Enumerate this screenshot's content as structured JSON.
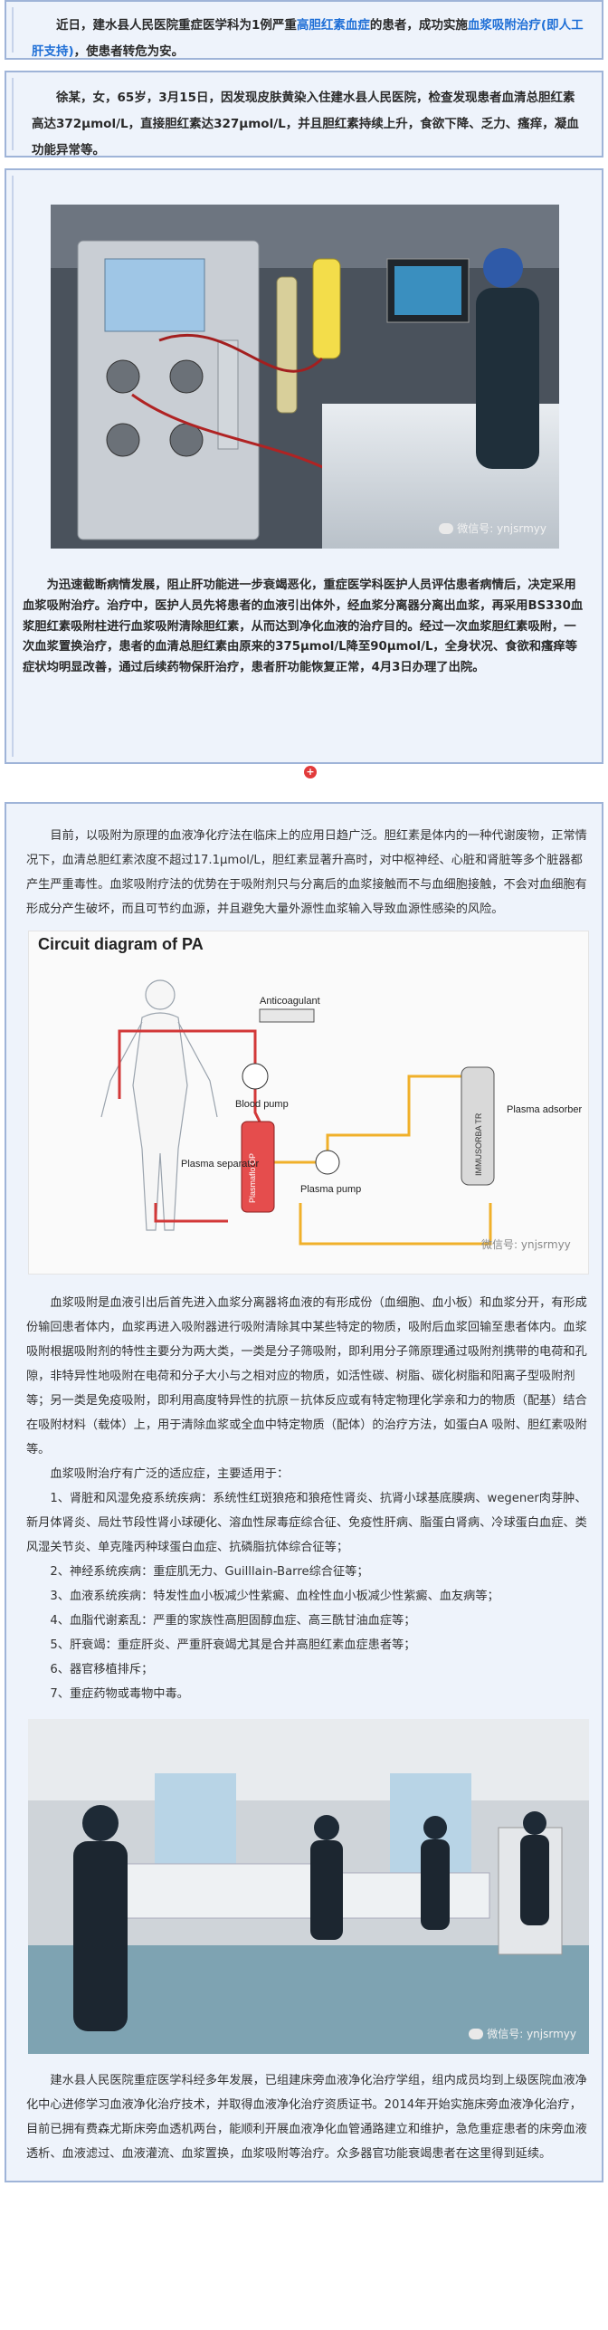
{
  "intro": {
    "segments": [
      {
        "text": "近日，建水县人民医院重症医学科为1例严重",
        "hl": false
      },
      {
        "text": "高胆红素血症",
        "hl": true
      },
      {
        "text": "的患者，成功实施",
        "hl": false
      },
      {
        "text": "血浆吸附治疗(即人工肝支持)",
        "hl": true
      },
      {
        "text": "，使患者转危为安。",
        "hl": false
      }
    ]
  },
  "case": {
    "text": "徐某，女，65岁，3月15日，因发现皮肤黄染入住建水县人民医院，检查发现患者血清总胆红素高达372μmol/L，直接胆红素达327μmol/L，并且胆红素持续上升，食欲下降、乏力、瘙痒，凝血功能异常等。"
  },
  "treatment": {
    "photo_watermark": "微信号: ynjsrmyy",
    "text": "为迅速截断病情发展，阻止肝功能进一步衰竭恶化，重症医学科医护人员评估患者病情后，决定采用血浆吸附治疗。治疗中，医护人员先将患者的血液引出体外，经血浆分离器分离出血浆，再采用BS330血浆胆红素吸附柱进行血浆吸附清除胆红素，从而达到净化血液的治疗目的。经过一次血浆胆红素吸附，一次血浆置换治疗，患者的血清总胆红素由原来的375μmol/L降至90μmol/L，全身状况、食欲和瘙痒等症状均明显改善，通过后续药物保肝治疗，患者肝功能恢复正常，4月3日办理了出院。"
  },
  "divider_icon": "red-cross-icon",
  "science": {
    "p1": "目前，以吸附为原理的血液净化疗法在临床上的应用日趋广泛。胆红素是体内的一种代谢废物，正常情况下，血清总胆红素浓度不超过17.1μmol/L，胆红素显著升高时，对中枢神经、心脏和肾脏等多个脏器都产生严重毒性。血浆吸附疗法的优势在于吸附剂只与分离后的血浆接触而不与血细胞接触，不会对血细胞有形成分产生破坏，而且可节约血源，并且避免大量外源性血浆输入导致血源性感染的风险。",
    "diagram": {
      "title": "Circuit diagram of PA",
      "labels": {
        "anticoagulant": "Anticoagulant",
        "blood_pump": "Blood pump",
        "plasma_separator": "Plasma\nseparator",
        "separator_device": "Plasmaflo OP",
        "plasma_pump": "Plasma pump",
        "plasma_adsorber": "Plasma\nadsorber",
        "adsorber_device": "IMMUSORBA TR"
      },
      "watermark": "微信号: ynjsrmyy"
    },
    "p2": "血浆吸附是血液引出后首先进入血浆分离器将血液的有形成份（血细胞、血小板）和血浆分开，有形成份输回患者体内，血浆再进入吸附器进行吸附清除其中某些特定的物质，吸附后血浆回输至患者体内。血浆吸附根据吸附剂的特性主要分为两大类，一类是分子筛吸附，即利用分子筛原理通过吸附剂携带的电荷和孔隙，非特异性地吸附在电荷和分子大小与之相对应的物质，如活性碳、树脂、碳化树脂和阳离子型吸附剂等；另一类是免疫吸附，即利用高度特异性的抗原－抗体反应或有特定物理化学亲和力的物质（配基）结合在吸附材料（载体）上，用于清除血浆或全血中特定物质（配体）的治疗方法，如蛋白A 吸附、胆红素吸附等。",
    "p3": "血浆吸附治疗有广泛的适应症，主要适用于：",
    "indications": [
      "1、肾脏和风湿免疫系统疾病：系统性红斑狼疮和狼疮性肾炎、抗肾小球基底膜病、wegener肉芽肿、新月体肾炎、局灶节段性肾小球硬化、溶血性尿毒症综合征、免疫性肝病、脂蛋白肾病、冷球蛋白血症、类风湿关节炎、单克隆丙种球蛋白血症、抗磷脂抗体综合征等；",
      "2、神经系统疾病：重症肌无力、Guilllain-Barre综合征等；",
      "3、血液系统疾病：特发性血小板减少性紫癜、血栓性血小板减少性紫癜、血友病等；",
      "4、血脂代谢紊乱：严重的家族性高胆固醇血症、高三酰甘油血症等；",
      "5、肝衰竭：重症肝炎、严重肝衰竭尤其是合并高胆红素血症患者等；",
      "6、器官移植排斥；",
      "7、重症药物或毒物中毒。"
    ],
    "photo2_watermark": "微信号: ynjsrmyy",
    "closing": "建水县人民医院重症医学科经多年发展，已组建床旁血液净化治疗学组，组内成员均到上级医院血液净化中心进修学习血液净化治疗技术，并取得血液净化治疗资质证书。2014年开始实施床旁血液净化治疗，目前已拥有费森尤斯床旁血透机两台，能顺利开展血液净化血管通路建立和维护，急危重症患者的床旁血液透析、血液滤过、血液灌流、血浆置换，血浆吸附等治疗。众多器官功能衰竭患者在这里得到延续。"
  }
}
